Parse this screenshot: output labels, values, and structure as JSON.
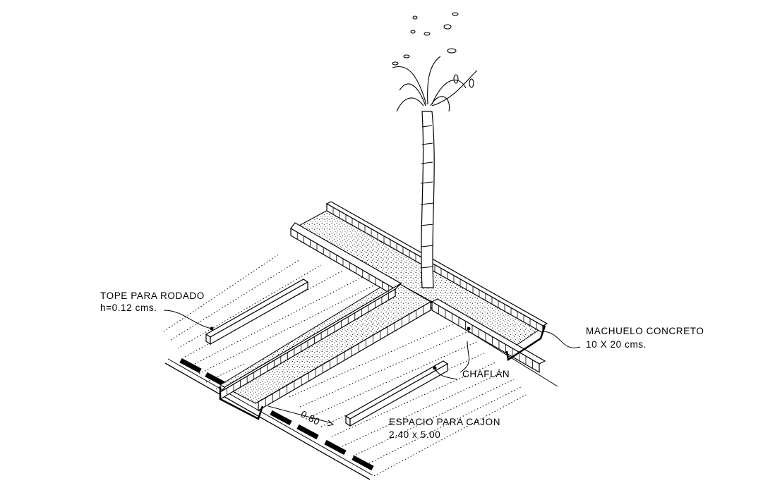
{
  "labels": {
    "tope_line1": "TOPE PARA RODADO",
    "tope_line2": "h=0.12 cms.",
    "machuelo_line1": "MACHUELO CONCRETO",
    "machuelo_line2": "10 X 20 cms.",
    "chaflan": "CHAFLÁN",
    "espacio_line1": "ESPACIO  PARA  CAJON",
    "espacio_line2": "2.40  x  5.00",
    "dimension": "0.80"
  },
  "colors": {
    "ink": "#000000",
    "background": "#ffffff"
  }
}
